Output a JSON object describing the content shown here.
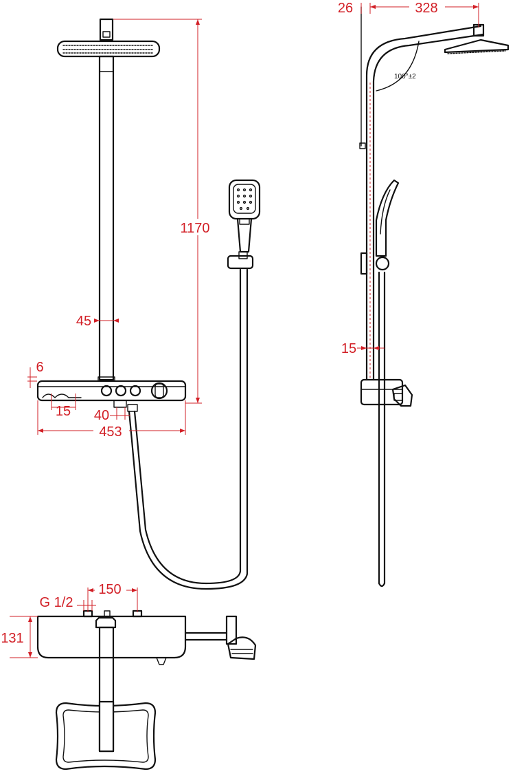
{
  "dimensions": {
    "height_total": "1170",
    "pipe_diameter": "45",
    "shelf_offset": "6",
    "spout_offset": "15",
    "inlet_spacing": "40",
    "body_width": "453",
    "side_offset": "26",
    "arm_length": "328",
    "arm_angle": "100°±2",
    "side_pipe": "15",
    "thread": "G 1/2",
    "inlet_centres": "150",
    "body_depth": "131"
  },
  "colors": {
    "dimension": "#d21f26",
    "outline": "#111111",
    "background": "#ffffff"
  }
}
